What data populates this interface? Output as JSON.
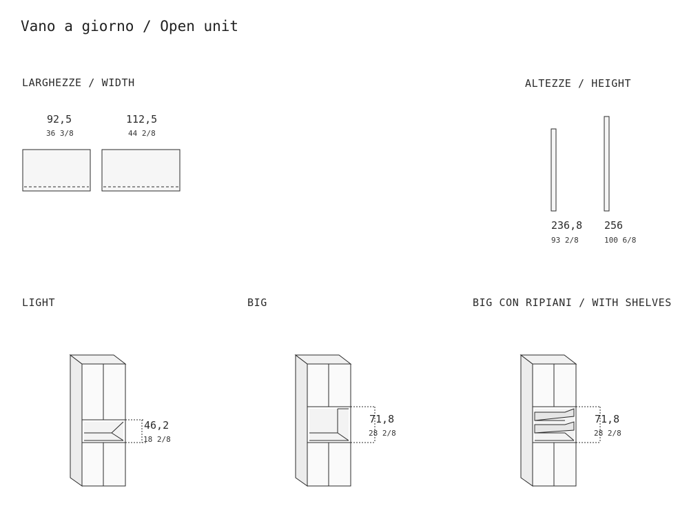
{
  "title": "Vano a giorno / Open unit",
  "widths": {
    "label": "LARGHEZZE / WIDTH",
    "items": [
      {
        "cm": "92,5",
        "inch": "36 3/8"
      },
      {
        "cm": "112,5",
        "inch": "44 2/8"
      }
    ]
  },
  "heights": {
    "label": "ALTEZZE / HEIGHT",
    "items": [
      {
        "cm": "236,8",
        "inch": "93 2/8"
      },
      {
        "cm": "256",
        "inch": "100 6/8"
      }
    ]
  },
  "variants": [
    {
      "label": "LIGHT",
      "opening_cm": "46,2",
      "opening_inch": "18 2/8"
    },
    {
      "label": "BIG",
      "opening_cm": "71,8",
      "opening_inch": "28 2/8"
    },
    {
      "label": "BIG CON RIPIANI / WITH SHELVES",
      "opening_cm": "71,8",
      "opening_inch": "28 2/8"
    }
  ],
  "colors": {
    "line": "#2a2a2a",
    "panel_fill": "#f6f6f6",
    "side_fill": "#ececec",
    "top_fill": "#f1f1f1",
    "shelf_fill": "#e6e6e6"
  }
}
